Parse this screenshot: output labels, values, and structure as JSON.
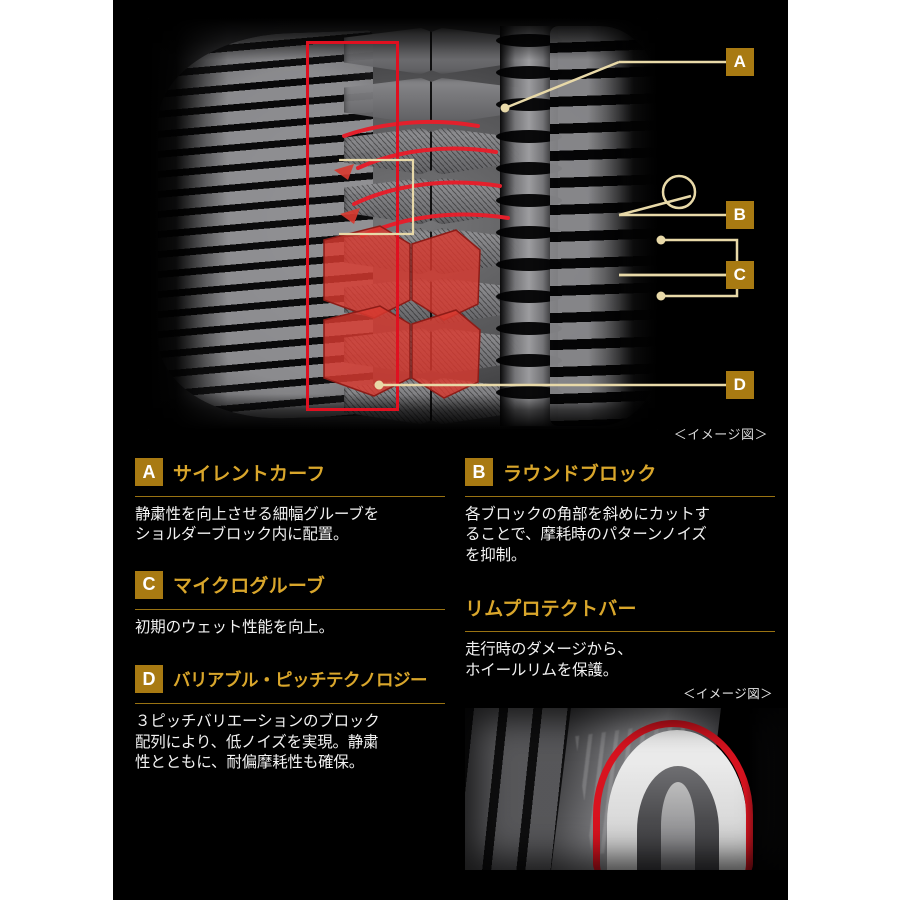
{
  "colors": {
    "background": "#ffffff",
    "panel": "#000000",
    "badge": "#a87a12",
    "title": "#d9a62b",
    "rule": "#9a7312",
    "body_text": "#f2f2f2",
    "highlight_red": "#e01020",
    "leader": "#e8d9a8"
  },
  "hero": {
    "caption": "＜イメージ図＞",
    "callouts": [
      {
        "key": "A",
        "label": "A"
      },
      {
        "key": "B",
        "label": "B"
      },
      {
        "key": "C",
        "label": "C"
      },
      {
        "key": "D",
        "label": "D"
      }
    ]
  },
  "features": {
    "left": [
      {
        "badge": "A",
        "title": "サイレントカーフ",
        "body": "静粛性を向上させる細幅グルーブを\nショルダーブロック内に配置。"
      },
      {
        "badge": "C",
        "title": "マイクログルーブ",
        "body": "初期のウェット性能を向上。"
      },
      {
        "badge": "D",
        "title": "バリアブル・ピッチテクノロジー",
        "body": "３ピッチバリエーションのブロック\n配列により、低ノイズを実現。静粛\n性とともに、耐偏摩耗性も確保。"
      }
    ],
    "right": [
      {
        "badge": "B",
        "title": "ラウンドブロック",
        "body": "各ブロックの角部を斜めにカットす\nることで、摩耗時のパターンノイズ\nを抑制。"
      },
      {
        "badge": "",
        "title": "リムプロテクトバー",
        "body": "走行時のダメージから、\nホイールリムを保護。",
        "note": "＜イメージ図＞"
      }
    ]
  }
}
